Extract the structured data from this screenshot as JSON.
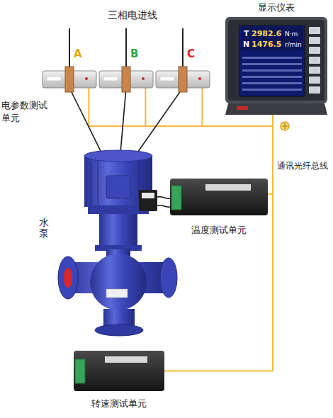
{
  "diagram": {
    "nodes": [
      {
        "text": [
          "显示仪表"
        ]
      },
      {
        "text": [
          "A"
        ]
      },
      {
        "text": [
          "B"
        ]
      },
      {
        "text": [
          "C"
        ]
      },
      {
        "text": [
          "水泵"
        ]
      },
      {
        "text": [
          "温度测试单元"
        ]
      },
      {
        "text": [
          "转速测试单元"
        ]
      }
    ],
    "edges": [
      {
        "from": 1,
        "to": 0,
        "arrow": "none"
      },
      {
        "from": 2,
        "to": 0,
        "arrow": "none"
      },
      {
        "from": 3,
        "to": 0,
        "arrow": "none"
      },
      {
        "from": 5,
        "to": 0,
        "arrow": "none"
      },
      {
        "from": 6,
        "to": 0,
        "label": "通讯光纤总线",
        "arrow": "none"
      },
      {
        "from": 1,
        "to": 4,
        "arrow": "none"
      },
      {
        "from": 2,
        "to": 4,
        "arrow": "none"
      },
      {
        "from": 3,
        "to": 4,
        "arrow": "none"
      }
    ],
    "labels": [
      "三相电进线",
      "电参数测试单元",
      "T",
      "2982.6",
      "N·m",
      "N",
      "1476.5",
      "r/min"
    ]
  }
}
